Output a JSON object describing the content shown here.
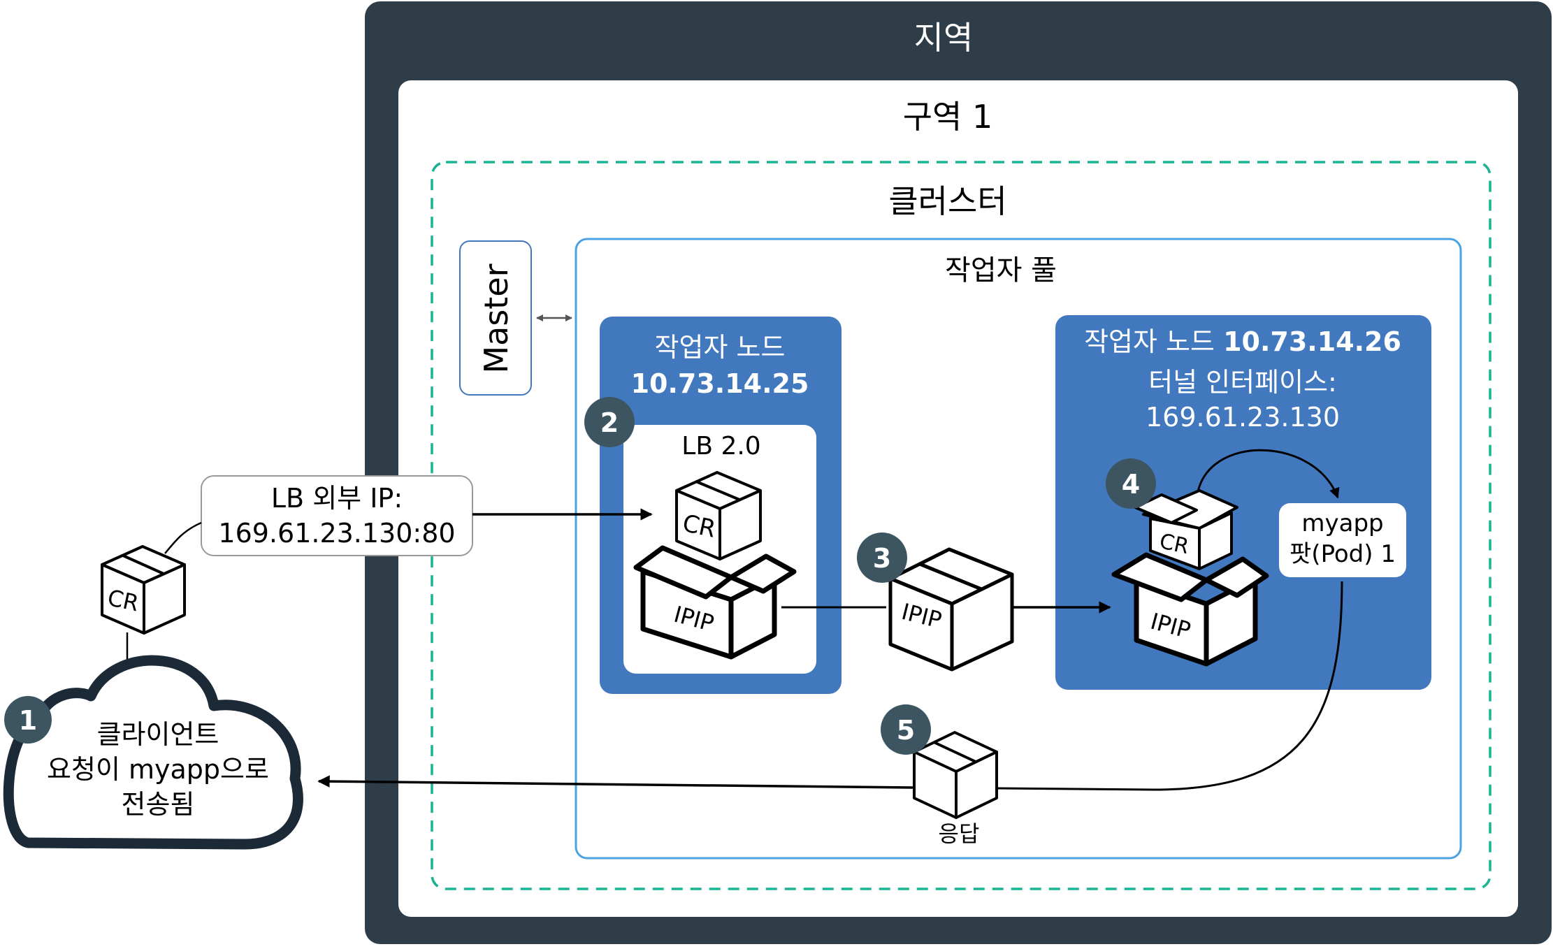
{
  "region": {
    "label": "지역"
  },
  "zone": {
    "label": "구역 1"
  },
  "cluster": {
    "label": "클러스터"
  },
  "master": {
    "label": "Master"
  },
  "worker_pool": {
    "label": "작업자 풀"
  },
  "worker_node_1": {
    "label": "작업자 노드",
    "ip": "10.73.14.25",
    "lb_label": "LB 2.0"
  },
  "worker_node_2": {
    "label": "작업자 노드",
    "ip": "10.73.14.26",
    "tunnel_label": "터널 인터페이스:",
    "tunnel_ip": "169.61.23.130",
    "app_line1": "myapp",
    "app_line2": "팟(Pod) 1"
  },
  "lb_external_ip": {
    "line1": "LB 외부 IP:",
    "line2": "169.61.23.130:80"
  },
  "client": {
    "line1": "클라이언트",
    "line2": "요청이 myapp으로",
    "line3": "전송됨"
  },
  "response": {
    "label": "응답"
  },
  "packages": {
    "cr": "CR",
    "ipip": "IPIP"
  },
  "steps": [
    "1",
    "2",
    "3",
    "4",
    "5"
  ],
  "colors": {
    "region_bg": "#2e3d47",
    "cluster_border": "#1ab394",
    "pool_border": "#4aa3e0",
    "node_bg": "#4178be",
    "step_circle": "#3d5561",
    "ink": "#000000"
  }
}
